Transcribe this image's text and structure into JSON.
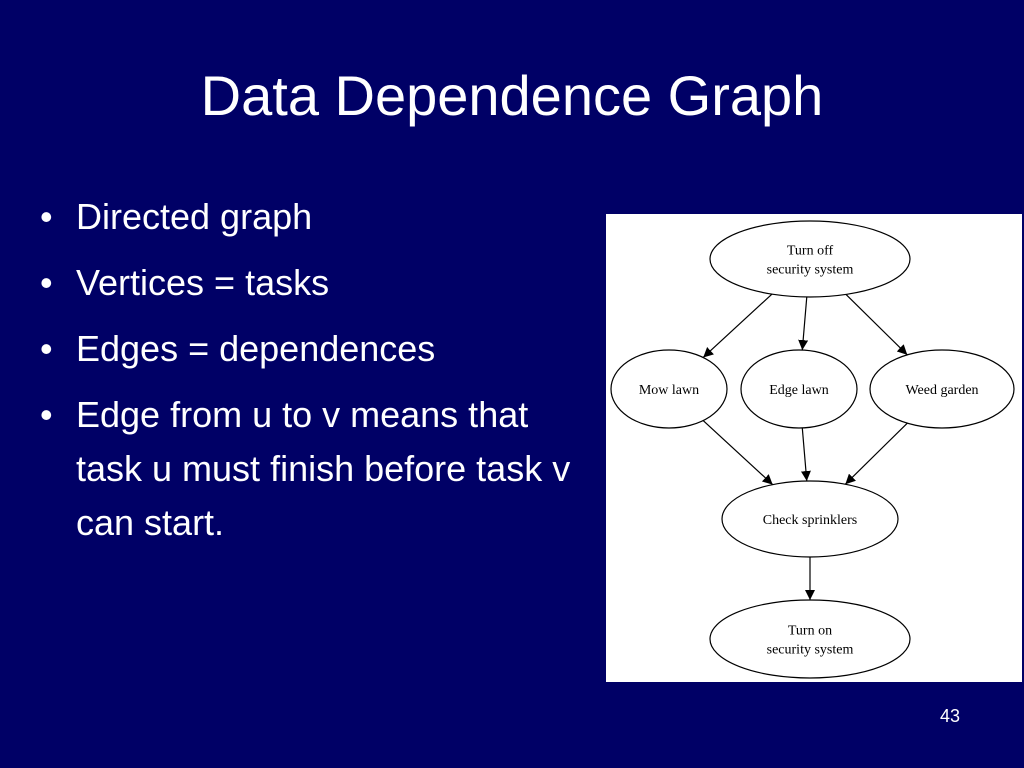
{
  "slide": {
    "title": "Data Dependence Graph",
    "bullet_glyph": "•",
    "bullets": [
      "Directed graph",
      "Vertices = tasks",
      "Edges = dependences",
      "Edge from u to v means that task u must finish before task v can start."
    ],
    "slide_number": "43"
  },
  "diagram": {
    "nodes": [
      {
        "id": "turn-off",
        "lines": [
          "Turn off",
          "security system"
        ]
      },
      {
        "id": "mow-lawn",
        "lines": [
          "Mow lawn"
        ]
      },
      {
        "id": "edge-lawn",
        "lines": [
          "Edge lawn"
        ]
      },
      {
        "id": "weed-garden",
        "lines": [
          "Weed garden"
        ]
      },
      {
        "id": "check-sprinklers",
        "lines": [
          "Check sprinklers"
        ]
      },
      {
        "id": "turn-on",
        "lines": [
          "Turn on",
          "security system"
        ]
      }
    ],
    "edges": [
      {
        "from": "turn-off",
        "to": "mow-lawn"
      },
      {
        "from": "turn-off",
        "to": "edge-lawn"
      },
      {
        "from": "turn-off",
        "to": "weed-garden"
      },
      {
        "from": "mow-lawn",
        "to": "check-sprinklers"
      },
      {
        "from": "edge-lawn",
        "to": "check-sprinklers"
      },
      {
        "from": "weed-garden",
        "to": "check-sprinklers"
      },
      {
        "from": "check-sprinklers",
        "to": "turn-on"
      }
    ]
  }
}
